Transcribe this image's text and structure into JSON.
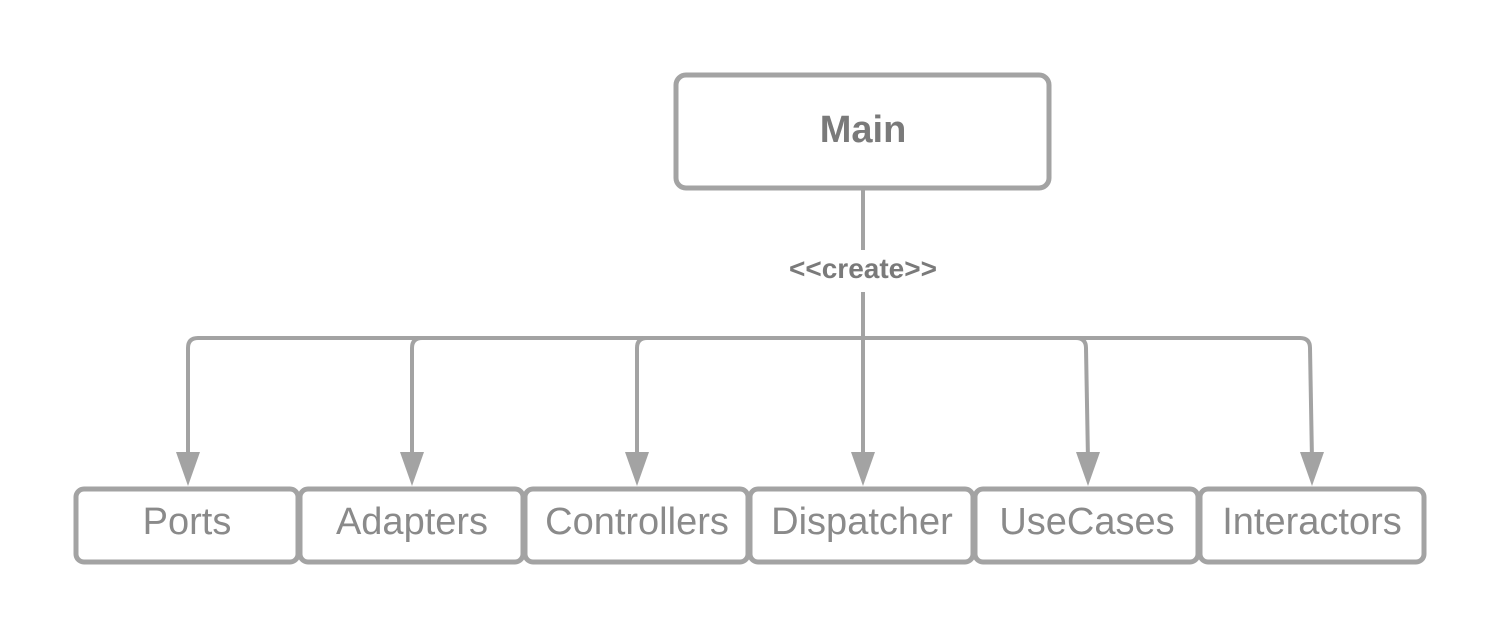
{
  "diagram": {
    "root": {
      "label": "Main"
    },
    "relation_label": "<<create>>",
    "children": [
      {
        "label": "Ports"
      },
      {
        "label": "Adapters"
      },
      {
        "label": "Controllers"
      },
      {
        "label": "Dispatcher"
      },
      {
        "label": "UseCases"
      },
      {
        "label": "Interactors"
      }
    ]
  },
  "colors": {
    "stroke": "#a3a3a3",
    "text": "#7a7a7a",
    "background": "#ffffff"
  }
}
